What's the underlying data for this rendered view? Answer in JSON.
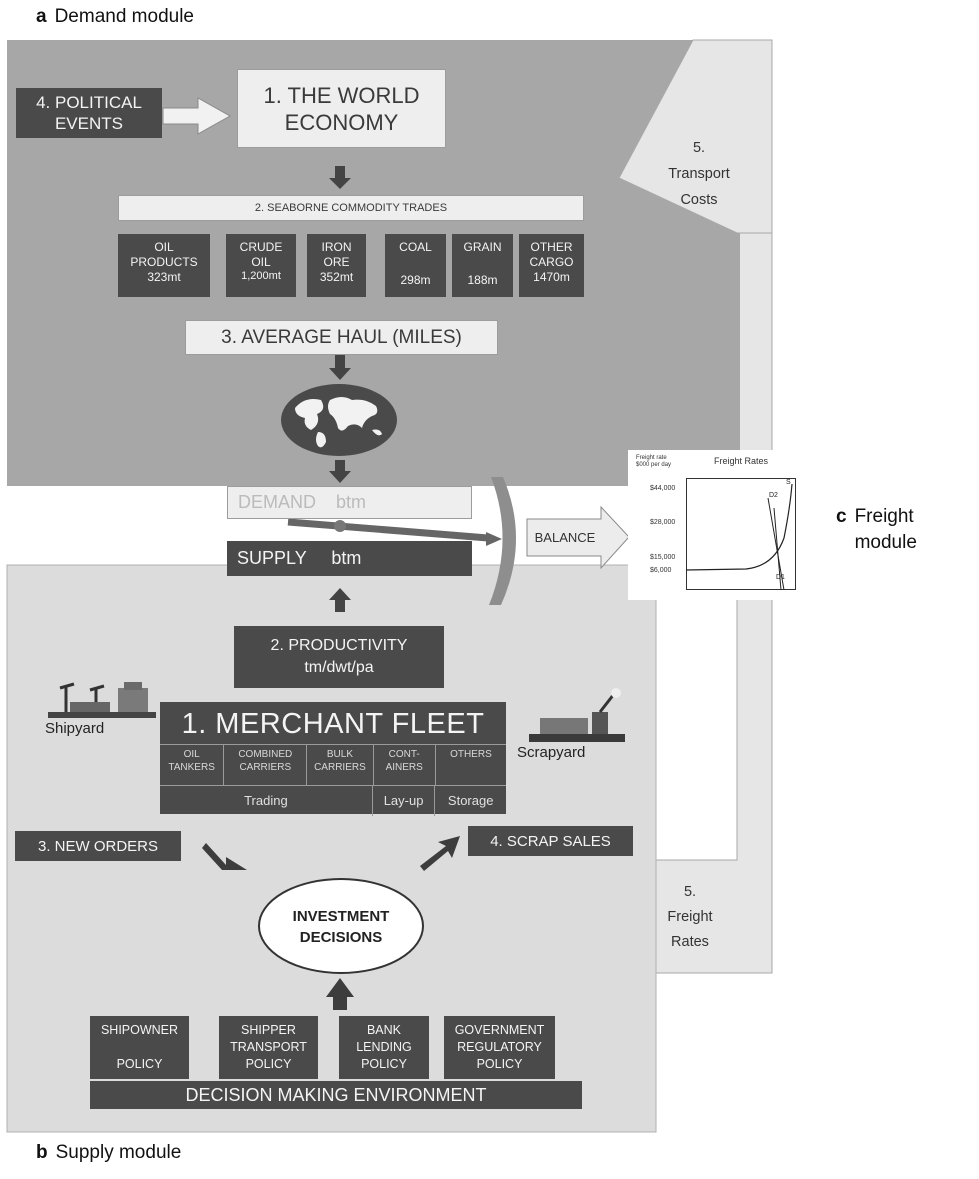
{
  "labels": {
    "demand": {
      "letter": "a",
      "text": "Demand module"
    },
    "supply": {
      "letter": "b",
      "text": "Supply module"
    },
    "freight": {
      "letter": "c",
      "text": "Freight\nmodule"
    }
  },
  "demand": {
    "political_events": "4. POLITICAL\nEVENTS",
    "world_economy": "1. THE WORLD\nECONOMY",
    "seaborne_trades": "2. SEABORNE COMMODITY TRADES",
    "commodities": [
      {
        "name": "OIL\nPRODUCTS",
        "volume": "323mt"
      },
      {
        "name": "CRUDE\nOIL",
        "volume": "1,200mt"
      },
      {
        "name": "IRON\nORE",
        "volume": "352mt"
      },
      {
        "name": "COAL",
        "volume": "298m"
      },
      {
        "name": "GRAIN",
        "volume": "188m"
      },
      {
        "name": "OTHER\nCARGO",
        "volume": "1470m"
      }
    ],
    "average_haul": "3. AVERAGE HAUL (MILES)",
    "transport_costs": "5.\nTransport\nCosts"
  },
  "balance": {
    "demand": "DEMAND    btm",
    "supply": "SUPPLY     btm",
    "balance": "BALANCE"
  },
  "freight_chart": {
    "y_unit": "Freight rate\n$000 per day",
    "title": "Freight Rates",
    "ticks": [
      "$44,000",
      "$28,000",
      "$15,000",
      "$6,000"
    ],
    "curve_labels": {
      "s": "S",
      "d2": "D2",
      "d1": "D1"
    }
  },
  "supply": {
    "productivity": "2. PRODUCTIVITY\ntm/dwt/pa",
    "shipyard": "Shipyard",
    "scrapyard": "Scrapyard",
    "merchant_fleet": "1. MERCHANT FLEET",
    "fleet_types": [
      "OIL\nTANKERS",
      "COMBINED\nCARRIERS",
      "BULK\nCARRIERS",
      "CONT-\nAINERS",
      "OTHERS"
    ],
    "fleet_status": [
      "Trading",
      "Lay-up",
      "Storage"
    ],
    "new_orders": "3. NEW ORDERS",
    "scrap_sales": "4. SCRAP SALES",
    "investment": "INVESTMENT\nDECISIONS",
    "freight_rates": "5.\nFreight\nRates",
    "policies": [
      "SHIPOWNER\n\nPOLICY",
      "SHIPPER\nTRANSPORT\nPOLICY",
      "BANK\nLENDING\nPOLICY",
      "GOVERNMENT\nREGULATORY\nPOLICY"
    ],
    "environment": "DECISION MAKING ENVIRONMENT"
  }
}
